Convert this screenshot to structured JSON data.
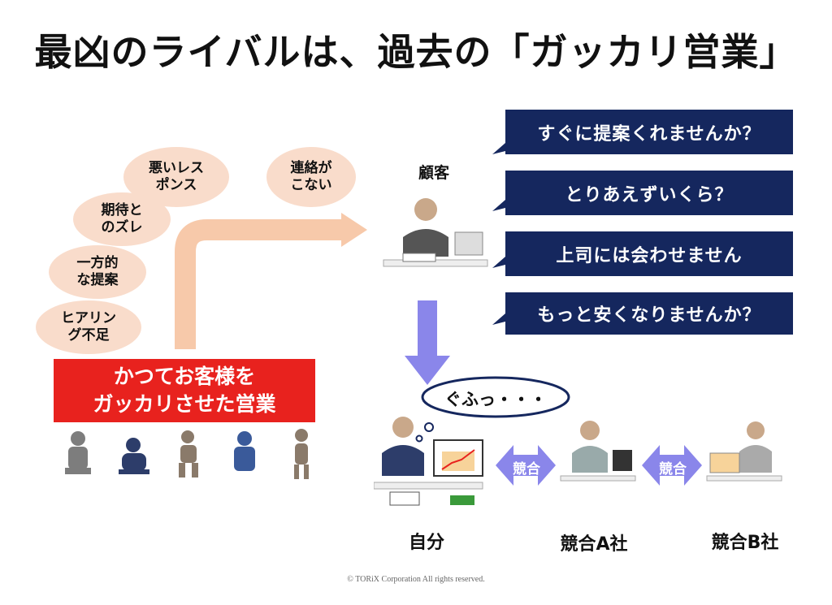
{
  "title": "最凶のライバルは、過去の「ガッカリ営業」",
  "bubbles": [
    {
      "text": "悪いレス\nポンス"
    },
    {
      "text": "連絡が\nこない"
    },
    {
      "text": "期待と\nのズレ"
    },
    {
      "text": "一方的\nな提案"
    },
    {
      "text": "ヒアリン\nグ不足"
    }
  ],
  "red_box": {
    "line1": "かつてお客様を",
    "line2": "ガッカリさせた営業"
  },
  "customer_label": "顧客",
  "customer_questions": [
    "すぐに提案くれませんか？",
    "とりあえずいくら？",
    "上司には会わせません",
    "もっと安くなりませんか？"
  ],
  "thought": "ぐふっ・・・",
  "competition_label": "競合",
  "actors": [
    "自分",
    "競合A社",
    "競合B社"
  ],
  "copyright": "© TORiX Corporation All rights reserved.",
  "colors": {
    "navy": "#15275e",
    "red": "#e8221e",
    "peach": "#f9dccb",
    "arrow_peach": "#f7c9aa",
    "arrow_purple": "#8a86ea"
  }
}
